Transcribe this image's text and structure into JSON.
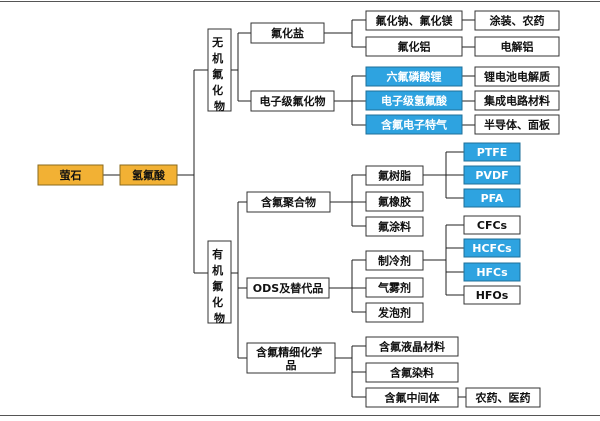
{
  "diagram": {
    "nodes": {
      "fluorite": "萤石",
      "hf": "氢氟酸",
      "inorganic": "无机氟化物",
      "organic": "有机氟化物",
      "fluoride_salts": "氟化盐",
      "electronic_fluorides": "电子级氟化物",
      "naf_mgf": "氟化钠、氟化镁",
      "alf3": "氟化铝",
      "lipf6": "六氟磷酸锂",
      "e_hf": "电子级氢氟酸",
      "f_gas": "含氟电子特气",
      "coatings_pesticides": "涂装、农药",
      "electrolysis": "电解铝",
      "li_electrolyte": "锂电池电解质",
      "ic_materials": "集成电路材料",
      "semis_panels": "半导体、面板",
      "f_polymers": "含氟聚合物",
      "ods": "ODS及替代品",
      "fine_chem": "含氟精细化学品",
      "f_resin": "氟树脂",
      "f_rubber": "氟橡胶",
      "f_coating": "氟涂料",
      "ptfe": "PTFE",
      "pvdf": "PVDF",
      "pfa": "PFA",
      "refrigerant": "制冷剂",
      "aerosol": "气雾剂",
      "foaming": "发泡剂",
      "cfcs": "CFCs",
      "hcfcs": "HCFCs",
      "hfcs": "HFCs",
      "hfos": "HFOs",
      "lcd": "含氟液晶材料",
      "dyes": "含氟染料",
      "intermediates": "含氟中间体",
      "pest_pharma": "农药、医药"
    },
    "colors": {
      "gold": "#F2B134",
      "blue": "#2EA3E0",
      "line": "#222222"
    }
  }
}
